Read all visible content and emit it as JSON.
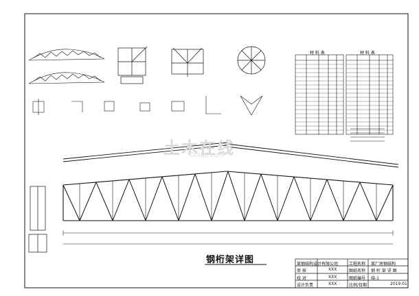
{
  "drawing": {
    "title": "钢桁架详图",
    "watermark": "土木在线",
    "watermark_sub": "COI88.com"
  },
  "tables": {
    "left_title": "材 料 表",
    "right_title": "材 料 表"
  },
  "title_block": {
    "design_unit": "某钢结构设计有限公司",
    "project_label": "工程名称",
    "project_value": "某厂房钢结构",
    "row1_label": "审 核",
    "row1_value": "XXX",
    "row2_label": "校 对",
    "row2_value": "XXX",
    "row3_label": "设计负责",
    "row3_value": "XXX",
    "drawing_name_label": "图纸名称",
    "drawing_name_value": "钢 桁 架 详 图",
    "drawing_no_label": "图纸编号",
    "drawing_no_value": "结-1",
    "scale_label": "比例/日期",
    "scale_value": "2019.01"
  }
}
